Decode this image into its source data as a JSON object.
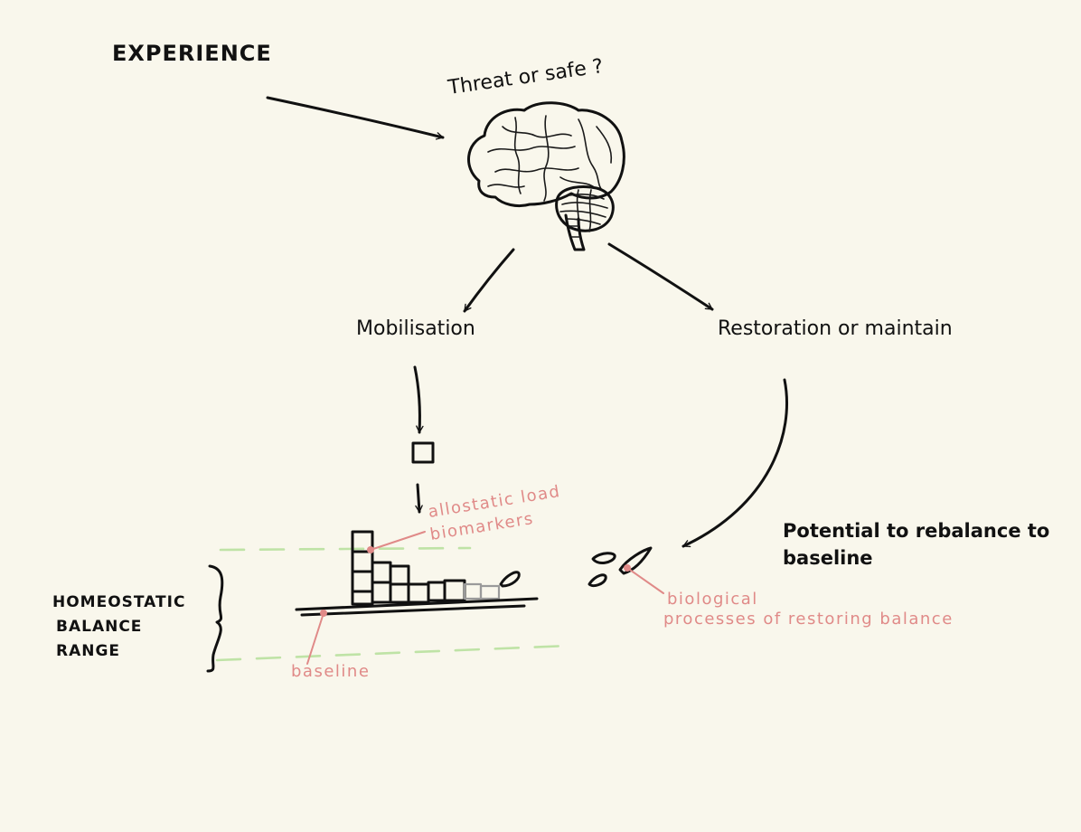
{
  "nodes": {
    "experience": "EXPERIENCE",
    "question": "Threat or safe ?",
    "mobilisation": "Mobilisation",
    "restoration": "Restoration or maintain",
    "rebalance": "Potential to rebalance to baseline",
    "range_line1": "HOMEOSTATIC",
    "range_line2": "BALANCE",
    "range_line3": "RANGE"
  },
  "annotations": {
    "allostatic_line1": "allostatic load",
    "allostatic_line2": "biomarkers",
    "biological_line1": "biological",
    "biological_line2": "processes of restoring balance",
    "baseline": "baseline"
  },
  "colors": {
    "background": "#f9f7ec",
    "ink": "#111111",
    "annotation": "#e08a88",
    "range_dash": "#bfe3a6",
    "fading_block": "#9a9a9a"
  }
}
